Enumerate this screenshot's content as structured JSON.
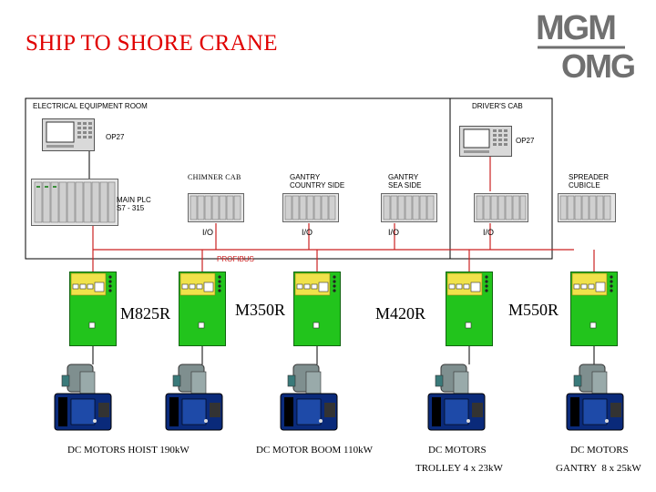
{
  "title": "SHIP TO SHORE CRANE",
  "logo": {
    "line1": "MGM",
    "line2": "OMG"
  },
  "rooms": {
    "electrical": "ELECTRICAL EQUIPMENT ROOM",
    "drivers_cab": "DRIVER'S CAB"
  },
  "operator_panels": {
    "left": "OP27",
    "right": "OP27"
  },
  "plc": {
    "name": "MAIN PLC",
    "model": "S7 - 315"
  },
  "io_nodes": [
    {
      "label_line1": "CHIMNER CAB",
      "label_line2": "",
      "io": "I/O"
    },
    {
      "label_line1": "GANTRY",
      "label_line2": "COUNTRY SIDE",
      "io": "I/O"
    },
    {
      "label_line1": "GANTRY",
      "label_line2": "SEA SIDE",
      "io": "I/O"
    },
    {
      "label_line1": "SPREADER",
      "label_line2": "CUBICLE",
      "io": "I/O"
    }
  ],
  "bus": {
    "label": "PROFIBUS"
  },
  "drives": [
    {
      "name": "M825R"
    },
    {
      "name": "M350R"
    },
    {
      "name": "M420R"
    },
    {
      "name": "M550R"
    }
  ],
  "motor_captions": [
    {
      "line1": "DC MOTORS HOIST 190kW",
      "line2": ""
    },
    {
      "line1": "DC MOTOR BOOM 110kW",
      "line2": ""
    },
    {
      "line1": "DC MOTORS",
      "line2": "TROLLEY 4 x 23kW"
    },
    {
      "line1": "DC MOTORS",
      "line2": "GANTRY  8 x 25kW"
    }
  ],
  "colors": {
    "title": "#e00000",
    "drive_green": "#22c41c",
    "drive_yellow": "#f0e24a",
    "bus_line": "#cc2222",
    "motor_blue": "#0a2a7a",
    "logo_gray": "#707070"
  }
}
